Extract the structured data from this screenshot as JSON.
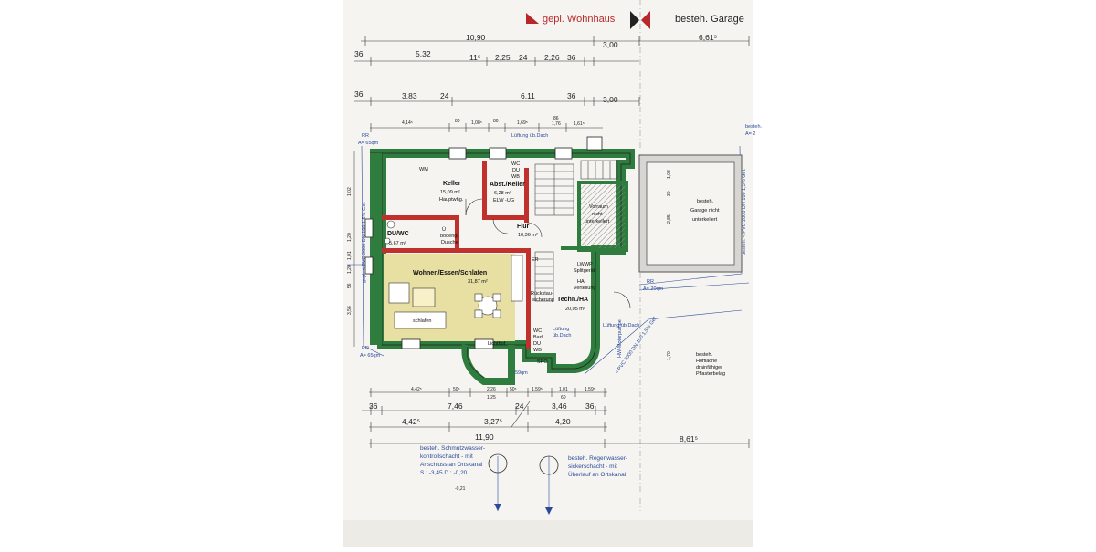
{
  "header": {
    "planned_house": "gepl. Wohnhaus",
    "existing_garage": "besteh. Garage"
  },
  "dimensions": {
    "row1": [
      "10,90",
      "3,00",
      "6,61⁵"
    ],
    "row2": [
      "36",
      "5,32",
      "11⁵",
      "2,25",
      "24",
      "2,26",
      "36"
    ],
    "row3": [
      "36",
      "3,83",
      "24",
      "6,11",
      "36",
      "3,00"
    ],
    "row4": [
      "4,14⁵",
      "80",
      "1,08⁵",
      "80",
      "1,69⁵",
      "86",
      "1,76",
      "1,61⁵"
    ],
    "bottom1": [
      "4,42⁵",
      "50⁵",
      "2,26",
      "1,25",
      "50⁵",
      "1,59⁵",
      "1,01",
      "60",
      "1,59⁵"
    ],
    "bottom2": [
      "36",
      "7,46",
      "24",
      "3,46",
      "36"
    ],
    "bottom3": [
      "4,42⁵",
      "3,27⁵",
      "4,20"
    ],
    "bottom4": [
      "11,90",
      "8,61⁵"
    ]
  },
  "rooms": {
    "keller": {
      "name": "Keller",
      "area": "15,09 m²",
      "sub": "Hauptwhg.",
      "tag": "WM"
    },
    "abst_keller": {
      "name": "Abst./Keller",
      "area": "6,28 m²",
      "sub": "ELW -UG",
      "tags": [
        "WC",
        "DU",
        "WB"
      ]
    },
    "duwc": {
      "name": "DU/WC",
      "area": "5,67 m²",
      "note1": "bodengl.",
      "note2": "Dusche",
      "note_prefix": "Ü"
    },
    "flur": {
      "name": "Flur",
      "area": "10,36 m²"
    },
    "wohnen": {
      "name": "Wohnen/Essen/Schlafen",
      "area": "31,87 m²",
      "bed": "schlafen"
    },
    "techn": {
      "name": "Techn./HA",
      "area": "20,05 m²",
      "tag1": "LWWP",
      "tag2": "Splitgerät",
      "ha1": "HA-",
      "ha2": "Verteilung"
    },
    "vorraum": {
      "name": "Vorraum",
      "sub1": "nicht",
      "sub2": "unterkellert"
    },
    "garage": {
      "name1": "besteh.",
      "name2": "Garage nicht",
      "name3": "unterkellert"
    },
    "lichthof": {
      "name": "Lichthof"
    },
    "ruckstau1": "Rückstau-",
    "ruckstau2": "sicherung",
    "wcbed": [
      "WC",
      "Bad",
      "DU",
      "WB"
    ],
    "er": "ER",
    "spo": "SPO"
  },
  "annotations": {
    "luftung_top": "Lüftung üb.Dach",
    "luftung_mid": "Lüftung",
    "luftung_mid2": "üb.Dach",
    "luftung_right": "Lüftung üb.Dach",
    "rr_left_top": "RR",
    "a_left_top": "A= 65qm",
    "rr_left_bottom": "RR",
    "a_left_bottom": "A= 65qm",
    "rr_right": "RR",
    "a_right": "A= 20qm",
    "rr_right_top": "A= 2",
    "pvc_left": "gepl. < PVC 2000 DN 100 1,5% Gef.",
    "pvc_right": "besteh. < PVC 2000 DN 100 1,5% Gef.",
    "pvc_bottom": "< PVC 2000 DN 100 1,5% Gef.",
    "hw_motorpumpe": "HW-Motorpumpe",
    "hof1": "besteh.",
    "hof2": "Hoffläche",
    "hof3": "drainfähiger",
    "hof4": "Pflasterbelag",
    "besteh_right": "besteh.",
    "small_59": "59qm",
    "level": "-0,21"
  },
  "notes": {
    "left": [
      "besteh. Schmutzwasser-",
      "kontrollschacht - mit",
      "Anschluss an Ortskanal",
      "S.: -3,45  D.: -0,20"
    ],
    "right": [
      "besteh. Regenwasser-",
      "sickerschacht - mit",
      "Überlauf an Ortskanal"
    ]
  },
  "left_dims": [
    "1,02",
    "1,20",
    "1,01",
    "1,20",
    "56",
    "3,56"
  ],
  "right_dims": [
    "1,08",
    "30",
    "2,85",
    "1,70"
  ],
  "colors": {
    "wall_green": "#2f7d3e",
    "wall_red": "#c0302c",
    "floor_yellow": "#e8dfa2",
    "blue": "#2a4a9a"
  }
}
